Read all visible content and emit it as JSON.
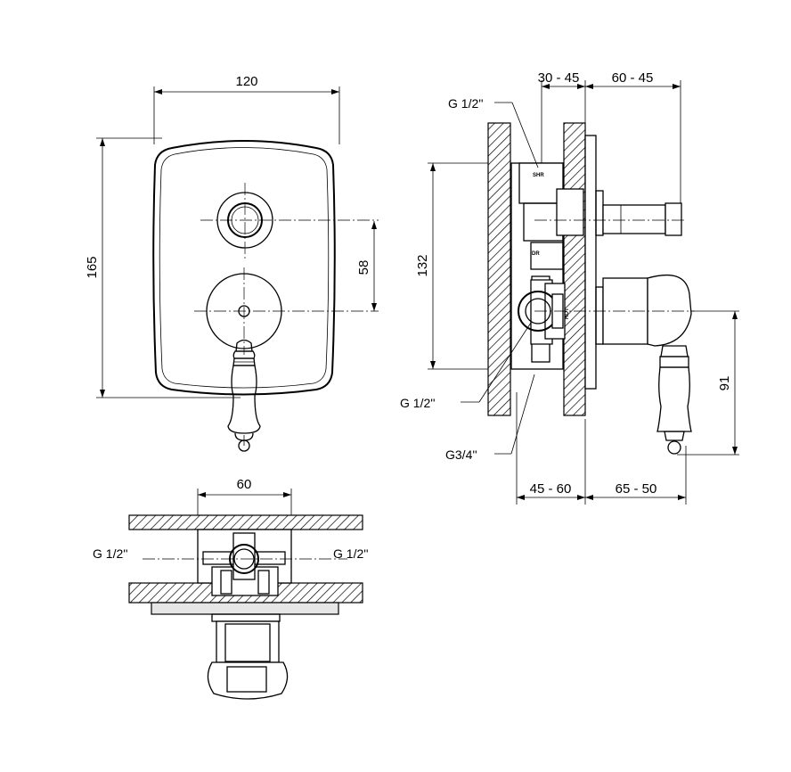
{
  "front_view": {
    "width_dim": "120",
    "height_dim": "165",
    "spacing_dim": "58"
  },
  "side_view": {
    "top_left_dim": "30 - 45",
    "top_right_dim": "60 - 45",
    "height_dim": "132",
    "bottom_left_dim": "45 - 60",
    "bottom_right_dim": "65 - 50",
    "handle_dim": "91",
    "port_top": "G 1/2''",
    "port_middle": "G 1/2''",
    "port_bottom": "G3/4''",
    "marks": [
      "SHR",
      "DR",
      "HOT"
    ]
  },
  "top_view": {
    "width_dim": "60",
    "port_left": "G 1/2''",
    "port_right": "G 1/2''"
  }
}
